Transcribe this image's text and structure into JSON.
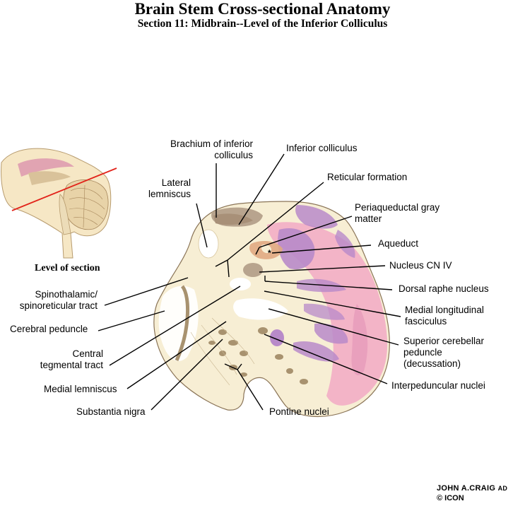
{
  "title": "Brain Stem Cross-sectional Anatomy",
  "subtitle": "Section 11:  Midbrain--Level of the Inferior Colliculus",
  "level_label": "Level of section",
  "labels": {
    "brachium_1": "Brachium of inferior",
    "brachium_2": "colliculus",
    "inferior_colliculus": "Inferior colliculus",
    "reticular": "Reticular formation",
    "lateral_1": "Lateral",
    "lateral_2": "lemniscus",
    "periaq_1": "Periaqueductal gray",
    "periaq_2": "matter",
    "aqueduct": "Aqueduct",
    "nucleus_cn4": "Nucleus CN IV",
    "spino_1": "Spinothalamic/",
    "spino_2": "spinoreticular tract",
    "dorsal_raphe": "Dorsal raphe nucleus",
    "cerebral_peduncle": "Cerebral peduncle",
    "mlf_1": "Medial longitudinal",
    "mlf_2": "fasciculus",
    "central_1": "Central",
    "central_2": "tegmental tract",
    "scp_1": "Superior cerebellar",
    "scp_2": "peduncle",
    "scp_3": "(decussation)",
    "medial_lemniscus": "Medial lemniscus",
    "interpeduncular": "Interpeduncular nuclei",
    "substantia_nigra": "Substantia nigra",
    "pontine": "Pontine nuclei"
  },
  "signature": {
    "artist": "JOHN A.CRAIG",
    "suffix": "AD",
    "mark": "© ICON"
  },
  "colors": {
    "tissue": "#f7eed4",
    "pink": "#f2a9c4",
    "purple": "#b88ac9",
    "tan": "#b8a48e",
    "section_line": "#e2231a"
  }
}
